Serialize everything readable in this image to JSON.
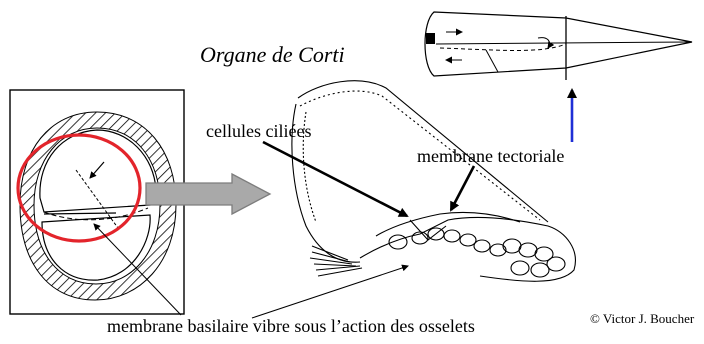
{
  "diagram": {
    "title": "Organe de Corti",
    "labels": {
      "hair_cells": "cellules ciliées",
      "tectorial_membrane": "membrane tectoriale",
      "basilar_membrane": "membrane basilaire vibre sous l’action des osselets"
    },
    "credit": "© Victor J. Boucher"
  },
  "colors": {
    "highlight_circle": "#e3242b",
    "indicator_arrow": "#1f2fd6",
    "transition_arrow": "#9a9a9a",
    "ink": "#000000"
  }
}
